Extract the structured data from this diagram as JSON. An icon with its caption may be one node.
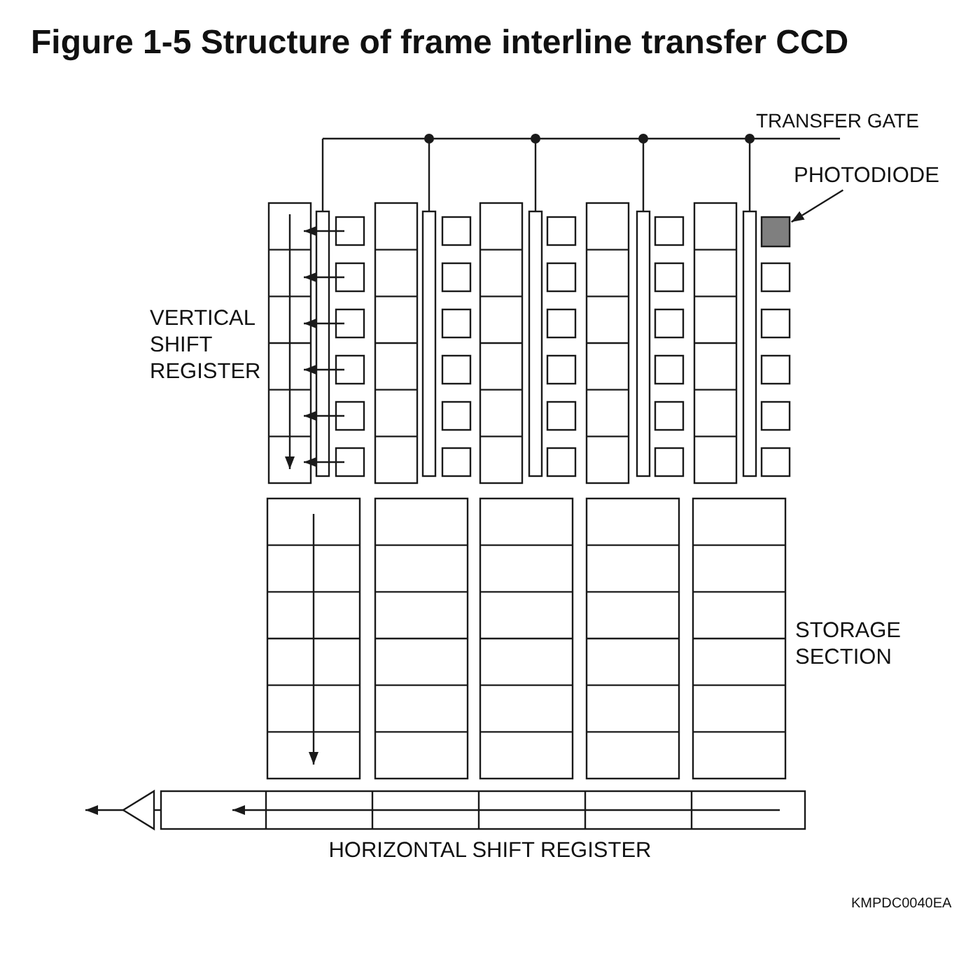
{
  "diagram": {
    "title": "Figure 1-5 Structure of frame interline transfer CCD",
    "nodes": [
      {
        "text": [
          "PHOTODIODE"
        ]
      },
      {
        "text": [],
        "shape": "box"
      }
    ],
    "edges": [
      {
        "from": 0,
        "to": 1,
        "arrow": "to"
      }
    ],
    "labels": [
      "TRANSFER GATE",
      "VERTICAL SHIFT REGISTER",
      "STORAGE SECTION",
      "HORIZONTAL SHIFT REGISTER",
      "KMPDC0040EA"
    ]
  }
}
